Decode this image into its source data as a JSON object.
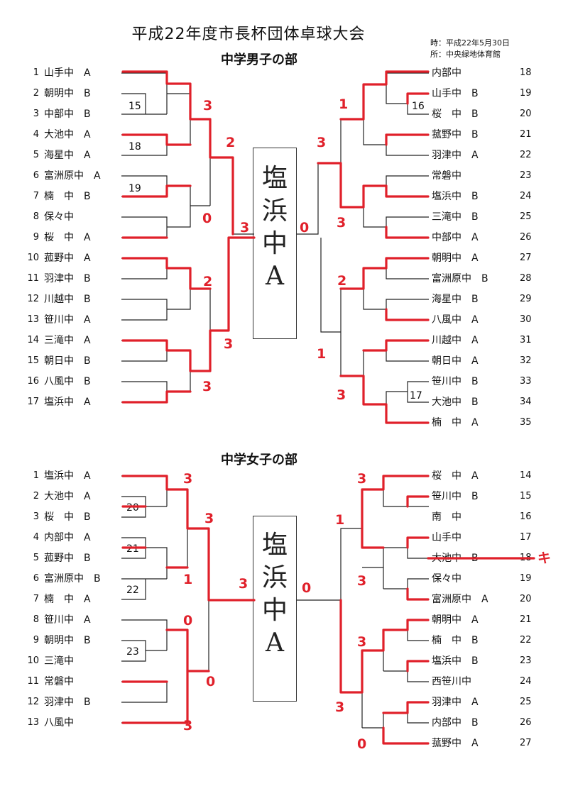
{
  "header": {
    "title": "平成22年度市長杯団体卓球大会",
    "date": "時：平成22年5月30日",
    "venue": "所：中央緑地体育館"
  },
  "boys": {
    "title": "中学男子の部",
    "winner": [
      "塩",
      "浜",
      "中",
      "A"
    ],
    "left_teams": [
      {
        "no": "1",
        "name": "山手中　A"
      },
      {
        "no": "2",
        "name": "朝明中　B"
      },
      {
        "no": "3",
        "name": "中部中　B"
      },
      {
        "no": "4",
        "name": "大池中　A"
      },
      {
        "no": "5",
        "name": "海星中　A"
      },
      {
        "no": "6",
        "name": "富洲原中　A"
      },
      {
        "no": "7",
        "name": "楠　中　B"
      },
      {
        "no": "8",
        "name": "保々中"
      },
      {
        "no": "9",
        "name": "桜　中　A"
      },
      {
        "no": "10",
        "name": "菰野中　A"
      },
      {
        "no": "11",
        "name": "羽津中　B"
      },
      {
        "no": "12",
        "name": "川越中　B"
      },
      {
        "no": "13",
        "name": "笹川中　A"
      },
      {
        "no": "14",
        "name": "三滝中　A"
      },
      {
        "no": "15",
        "name": "朝日中　B"
      },
      {
        "no": "16",
        "name": "八風中　B"
      },
      {
        "no": "17",
        "name": "塩浜中　A"
      }
    ],
    "right_teams": [
      {
        "no": "18",
        "name": "内部中"
      },
      {
        "no": "19",
        "name": "山手中　B"
      },
      {
        "no": "20",
        "name": "桜　中　B"
      },
      {
        "no": "21",
        "name": "菰野中　B"
      },
      {
        "no": "22",
        "name": "羽津中　A"
      },
      {
        "no": "23",
        "name": "常磐中"
      },
      {
        "no": "24",
        "name": "塩浜中　B"
      },
      {
        "no": "25",
        "name": "三滝中　B"
      },
      {
        "no": "26",
        "name": "中部中　A"
      },
      {
        "no": "27",
        "name": "朝明中　A"
      },
      {
        "no": "28",
        "name": "富洲原中　B"
      },
      {
        "no": "29",
        "name": "海星中　B"
      },
      {
        "no": "30",
        "name": "八風中　A"
      },
      {
        "no": "31",
        "name": "川越中　A"
      },
      {
        "no": "32",
        "name": "朝日中　A"
      },
      {
        "no": "33",
        "name": "笹川中　B"
      },
      {
        "no": "34",
        "name": "大池中　B"
      },
      {
        "no": "35",
        "name": "楠　中　A"
      }
    ],
    "match_numbers": [
      "15",
      "18",
      "19",
      "16",
      "17"
    ],
    "scores": {
      "left": [
        "3",
        "2",
        "0",
        "3",
        "2",
        "3",
        "3"
      ],
      "right": [
        "1",
        "3",
        "3",
        "0",
        "2",
        "1",
        "3"
      ]
    }
  },
  "girls": {
    "title": "中学女子の部",
    "winner": [
      "塩",
      "浜",
      "中",
      "A"
    ],
    "left_teams": [
      {
        "no": "1",
        "name": "塩浜中　A"
      },
      {
        "no": "2",
        "name": "大池中　A"
      },
      {
        "no": "3",
        "name": "桜　中　B"
      },
      {
        "no": "4",
        "name": "内部中　A"
      },
      {
        "no": "5",
        "name": "菰野中　B"
      },
      {
        "no": "6",
        "name": "富洲原中　B"
      },
      {
        "no": "7",
        "name": "楠　中　A"
      },
      {
        "no": "8",
        "name": "笹川中　A"
      },
      {
        "no": "9",
        "name": "朝明中　B"
      },
      {
        "no": "10",
        "name": "三滝中"
      },
      {
        "no": "11",
        "name": "常磐中"
      },
      {
        "no": "12",
        "name": "羽津中　B"
      },
      {
        "no": "13",
        "name": "八風中"
      }
    ],
    "right_teams": [
      {
        "no": "14",
        "name": "桜　中　A"
      },
      {
        "no": "15",
        "name": "笹川中　B"
      },
      {
        "no": "16",
        "name": "南　中"
      },
      {
        "no": "17",
        "name": "山手中"
      },
      {
        "no": "18",
        "name": "大池中　B"
      },
      {
        "no": "19",
        "name": "保々中"
      },
      {
        "no": "20",
        "name": "富洲原中　A"
      },
      {
        "no": "21",
        "name": "朝明中　A"
      },
      {
        "no": "22",
        "name": "楠　中　B"
      },
      {
        "no": "23",
        "name": "塩浜中　B"
      },
      {
        "no": "24",
        "name": "西笹川中"
      },
      {
        "no": "25",
        "name": "羽津中　A"
      },
      {
        "no": "26",
        "name": "内部中　B"
      },
      {
        "no": "27",
        "name": "菰野中　A"
      }
    ],
    "match_numbers": [
      "20",
      "21",
      "22",
      "23"
    ],
    "withdrawn_mark": "キ",
    "scores": {
      "left": [
        "3",
        "3",
        "1",
        "0",
        "0",
        "3",
        "3"
      ],
      "right": [
        "3",
        "1",
        "3",
        "3",
        "3",
        "0",
        "0"
      ]
    }
  },
  "colors": {
    "ink": "#111111",
    "red_marker": "#e0202a"
  }
}
